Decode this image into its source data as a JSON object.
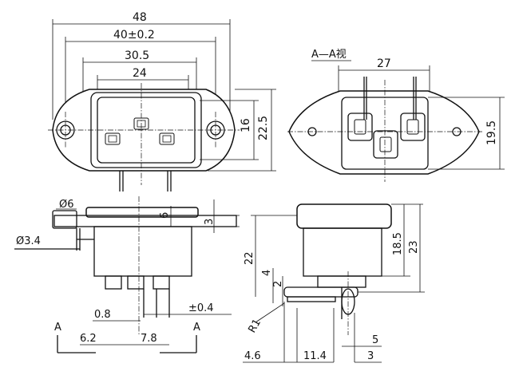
{
  "view_label": "A—A视",
  "section_marks": [
    "A",
    "A"
  ],
  "dims": {
    "w48": "48",
    "w40": "40±0.2",
    "w30": "30.5",
    "w24": "24",
    "h16": "16",
    "h22": "22.5",
    "w27": "27",
    "h19": "19.5",
    "d6": "Ø6",
    "d34": "Ø3.4",
    "t6": "6",
    "t3": "3",
    "h22b": "22",
    "h4": "4",
    "h2": "2",
    "h185": "18.5",
    "h23": "23",
    "p08": "0.8",
    "tol04": "±0.4",
    "p62": "6.2",
    "p78": "7.8",
    "r1": "R1",
    "b46": "4.6",
    "b114": "11.4",
    "b5": "5",
    "b3": "3"
  }
}
